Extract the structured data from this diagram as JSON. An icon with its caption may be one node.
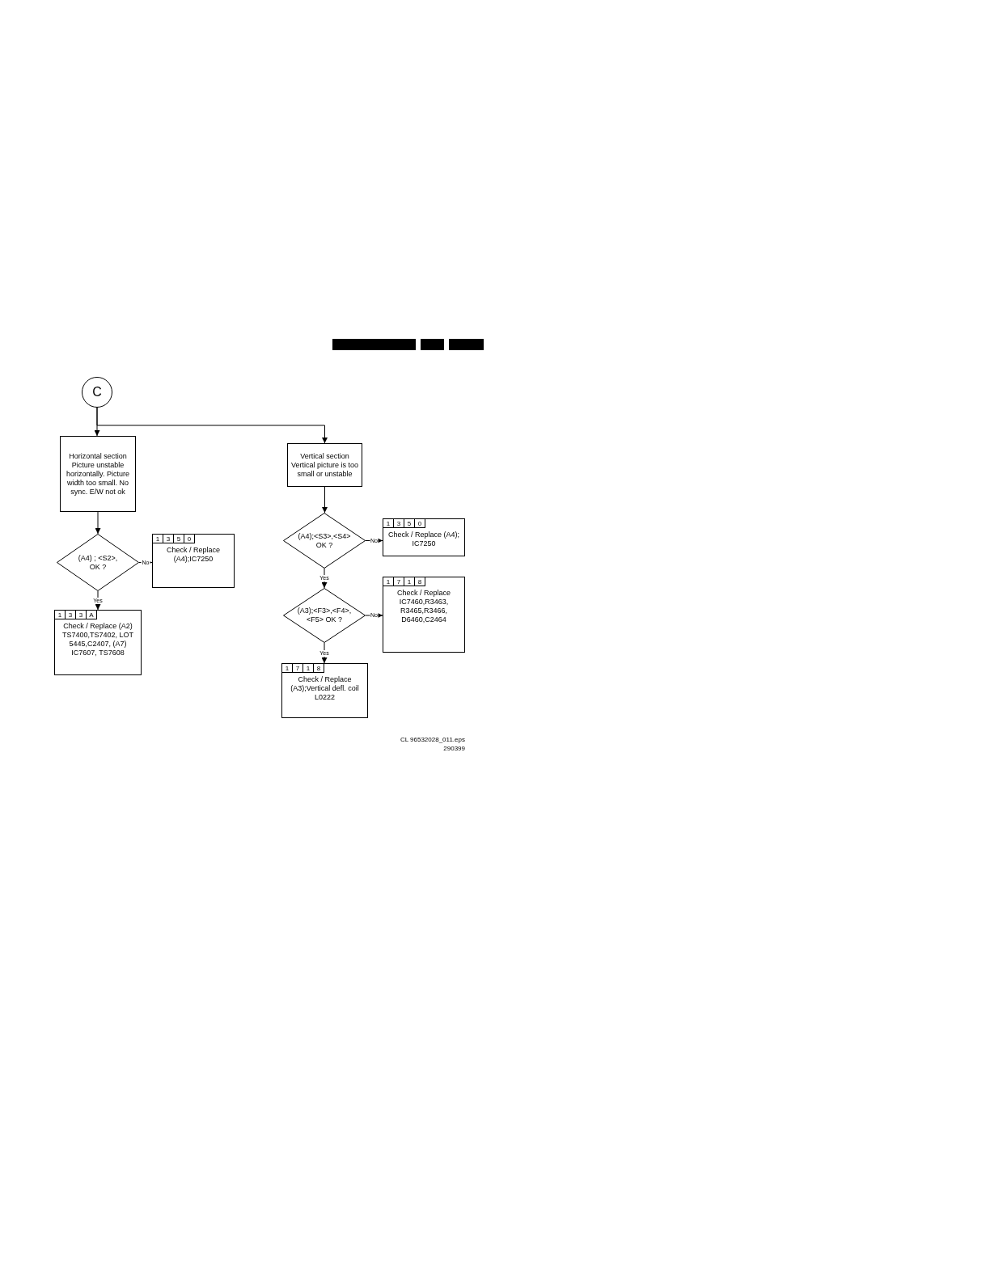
{
  "diagram": {
    "nodes": [
      {
        "text": [
          "C"
        ]
      },
      {
        "text": [
          "Horizontal section Picture unstable horizontally. Picture width too small. No sync. E/W not ok"
        ]
      },
      {
        "text": [
          "(A4) ; <S2>, OK ?"
        ]
      },
      {
        "text": [
          "1",
          "3",
          "5",
          "0",
          "Check / Replace (A4);IC7250"
        ]
      },
      {
        "text": [
          "1",
          "3",
          "3",
          "A",
          "Check / Replace (A2) TS7400,TS7402, LOT 5445,C2407, (A7) IC7607, TS7608"
        ]
      },
      {
        "text": [
          "Vertical section Vertical picture is too small or unstable"
        ]
      },
      {
        "text": [
          "(A4);<S3>,<S4> OK ?"
        ]
      },
      {
        "text": [
          "1",
          "3",
          "5",
          "0",
          "Check / Replace (A4); IC7250"
        ]
      },
      {
        "text": [
          "(A3);<F3>,<F4>, <F5> OK ?"
        ]
      },
      {
        "text": [
          "1",
          "7",
          "1",
          "8",
          "Check / Replace IC7460,R3463, R3465,R3466, D6460,C2464"
        ]
      },
      {
        "text": [
          "1",
          "7",
          "1",
          "8",
          "Check / Replace (A3);Vertical defl. coil L0222"
        ]
      }
    ],
    "edges": [
      {
        "from": 0,
        "to": 1,
        "arrow": "to"
      },
      {
        "from": 0,
        "to": 5,
        "arrow": "to"
      },
      {
        "from": 1,
        "to": 2,
        "arrow": "to"
      },
      {
        "from": 2,
        "to": 3,
        "arrow": "to",
        "label": "No"
      },
      {
        "from": 2,
        "to": 4,
        "arrow": "to",
        "label": "Yes"
      },
      {
        "from": 5,
        "to": 6,
        "arrow": "to"
      },
      {
        "from": 6,
        "to": 7,
        "arrow": "to",
        "label": "No"
      },
      {
        "from": 6,
        "to": 8,
        "arrow": "to",
        "label": "Yes"
      },
      {
        "from": 8,
        "to": 9,
        "arrow": "to",
        "label": "No"
      },
      {
        "from": 8,
        "to": 10,
        "arrow": "to",
        "label": "Yes"
      }
    ],
    "labels": [
      "CL 96532028_011.eps",
      "290399"
    ]
  }
}
